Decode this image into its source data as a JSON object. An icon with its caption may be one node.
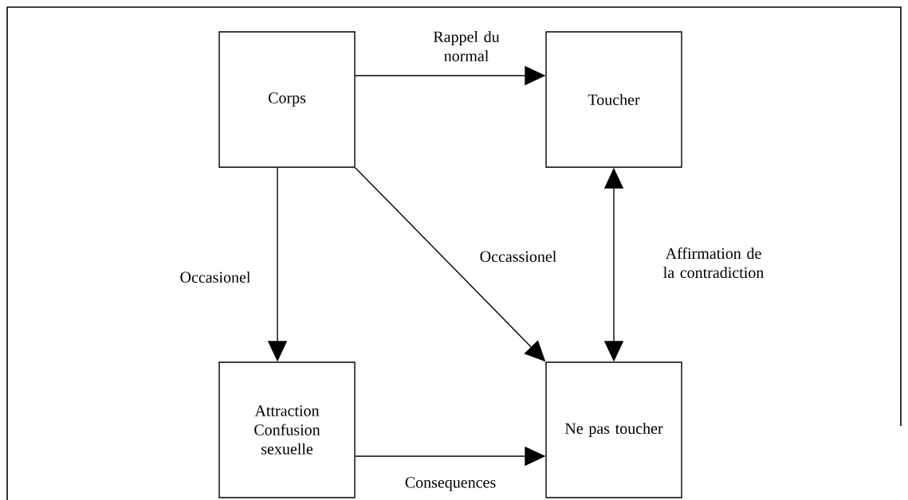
{
  "diagram": {
    "nodes": [
      {
        "text": [
          "Corps"
        ]
      },
      {
        "text": [
          "Toucher"
        ]
      },
      {
        "text": [
          "Attraction Confusion sexuelle"
        ]
      },
      {
        "text": [
          "Ne pas toucher"
        ]
      }
    ],
    "edges": [
      {
        "from": 0,
        "to": 1,
        "arrow": "to",
        "label": "Rappel du normal"
      },
      {
        "from": 0,
        "to": 2,
        "arrow": "to",
        "label": "Occasionel"
      },
      {
        "from": 0,
        "to": 3,
        "arrow": "to",
        "label": "Occassionel"
      },
      {
        "from": 1,
        "to": 3,
        "arrow": "both",
        "label": "Affirmation de la contradiction"
      },
      {
        "from": 2,
        "to": 3,
        "arrow": "to",
        "label": "Consequences"
      }
    ]
  }
}
